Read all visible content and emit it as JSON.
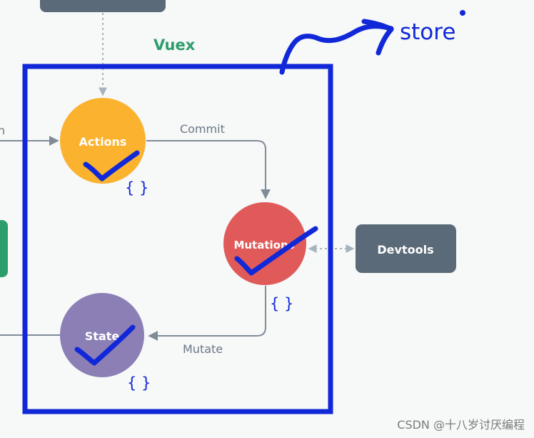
{
  "title": "Vuex",
  "nodes": {
    "actions": "Actions",
    "mutations": "Mutations",
    "state": "State",
    "devtools": "Devtools"
  },
  "edges": {
    "commit": "Commit",
    "mutate": "Mutate",
    "dispatch_partial": "h"
  },
  "braces": {
    "actions": "{ }",
    "mutations": "{ }",
    "state": "{ }"
  },
  "annotation": {
    "store": "store"
  },
  "watermark": "CSDN @十八岁讨厌编程",
  "colors": {
    "actions": "#fbb22e",
    "mutations": "#e05a5a",
    "state": "#8c7fb6",
    "devtools": "#5a6a78",
    "vuex_green": "#2e9d6c",
    "annotation_blue": "#1028d8",
    "arrow_gray": "#7f8c98"
  }
}
